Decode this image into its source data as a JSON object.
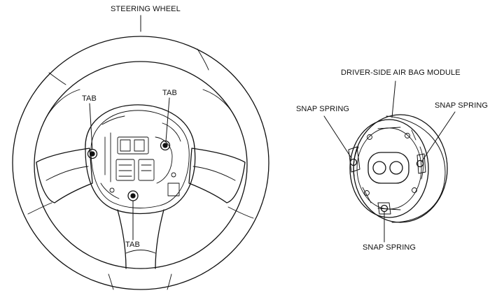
{
  "labels": {
    "steering_wheel": "STEERING WHEEL",
    "tab_left": "TAB",
    "tab_right": "TAB",
    "tab_bottom": "TAB",
    "air_bag_module": "DRIVER-SIDE AIR BAG MODULE",
    "snap_spring_left": "SNAP SPRING",
    "snap_spring_right": "SNAP SPRING",
    "snap_spring_bottom": "SNAP SPRING"
  },
  "colors": {
    "line": "#111111",
    "shade": "#d9d9d9",
    "background": "#ffffff"
  }
}
